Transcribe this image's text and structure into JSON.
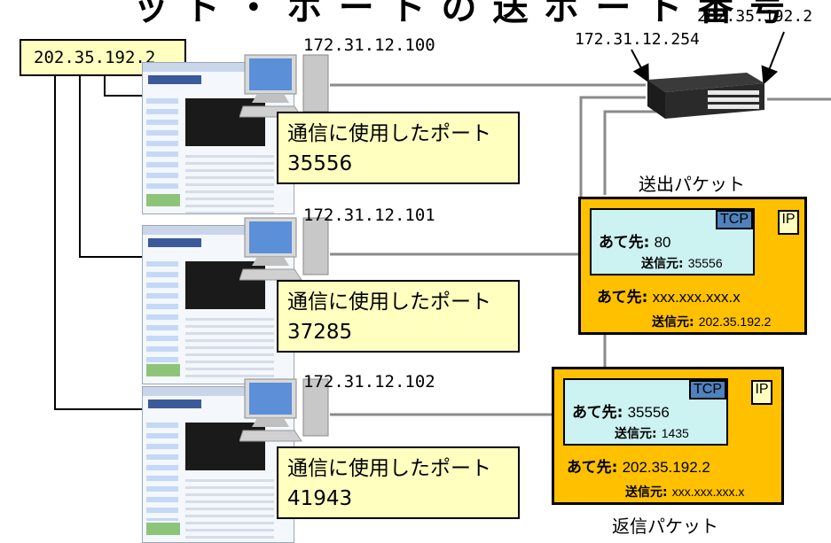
{
  "title_fragment": "ッ ト ・ ボ ー ト の 送 ボ ー ト 番 号",
  "global_ip": "202.35.192.2",
  "router": {
    "lan_ip": "172.31.12.254",
    "wan_ip": "202.35.192.2"
  },
  "pcs": [
    {
      "ip": "172.31.12.100",
      "port_label": "通信に使用したポート",
      "port": "35556"
    },
    {
      "ip": "172.31.12.101",
      "port_label": "通信に使用したポート",
      "port": "37285"
    },
    {
      "ip": "172.31.12.102",
      "port_label": "通信に使用したポート",
      "port": "41943"
    }
  ],
  "outgoing_packet": {
    "caption": "送出パケット",
    "tcp_tag": "TCP",
    "ip_tag": "IP",
    "tcp_dest_label": "あて先:",
    "tcp_dest_value": "80",
    "tcp_src_label": "送信元:",
    "tcp_src_value": "35556",
    "ip_dest_label": "あて先:",
    "ip_dest_value": "xxx.xxx.xxx.x",
    "ip_src_label": "送信元:",
    "ip_src_value": "202.35.192.2"
  },
  "return_packet": {
    "caption": "返信パケット",
    "tcp_tag": "TCP",
    "ip_tag": "IP",
    "tcp_dest_label": "あて先:",
    "tcp_dest_value": "35556",
    "tcp_src_label": "送信元:",
    "tcp_src_value": "1435",
    "ip_dest_label": "あて先:",
    "ip_dest_value": "202.35.192.2",
    "ip_src_label": "送信元:",
    "ip_src_value": "xxx.xxx.xxx.x"
  }
}
